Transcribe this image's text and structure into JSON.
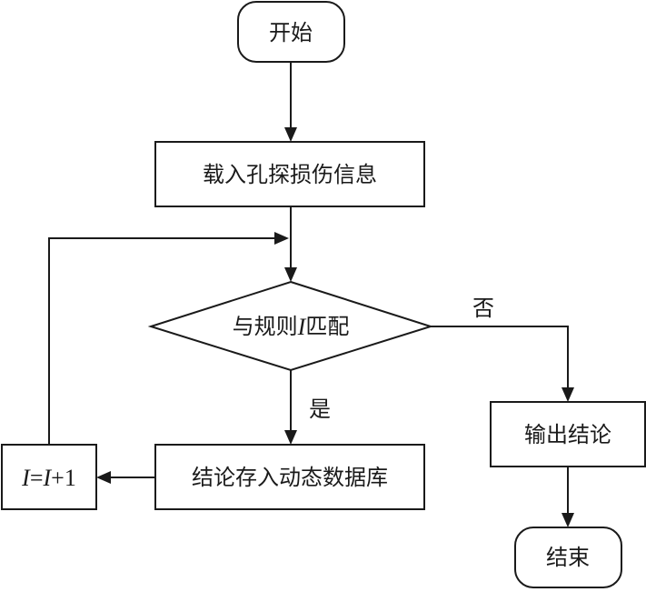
{
  "nodes": {
    "start": "开始",
    "load": "载入孔探损伤信息",
    "decision": {
      "prefix": "与规则",
      "var": "I",
      "suffix": "匹配"
    },
    "store": "结论存入动态数据库",
    "increment": {
      "var1": "I",
      "op": "=",
      "var2": "I",
      "tail": "+1"
    },
    "output": "输出结论",
    "end": "结束"
  },
  "edges": {
    "no_label": "否",
    "yes_label": "是"
  }
}
